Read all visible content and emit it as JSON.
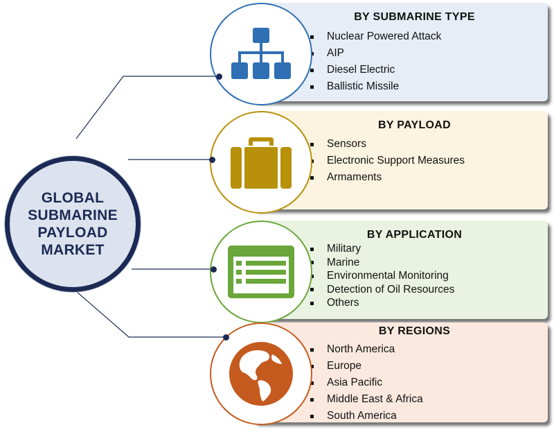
{
  "hub": {
    "title": "GLOBAL\nSUBMARINE\nPAYLOAD\nMARKET"
  },
  "colors": {
    "hub_border": "#1b2a55",
    "connector": "#1b2a55"
  },
  "segments": [
    {
      "heading": "BY SUBMARINE TYPE",
      "icon": "hierarchy-icon",
      "accent": "#2f6fb3",
      "panel_bg": "#e6edf6",
      "items": [
        "Nuclear Powered Attack",
        "AIP",
        "Diesel Electric",
        "Ballistic Missile"
      ]
    },
    {
      "heading": "BY PAYLOAD",
      "icon": "briefcase-icon",
      "accent": "#b8900a",
      "panel_bg": "#fcf4e0",
      "items": [
        "Sensors",
        "Electronic Support Measures",
        "Armaments"
      ]
    },
    {
      "heading": "BY APPLICATION",
      "icon": "form-list-icon",
      "accent": "#6aa63a",
      "panel_bg": "#eaf3e2",
      "items": [
        "Military",
        "Marine",
        "Environmental Monitoring",
        "Detection of Oil Resources",
        "Others"
      ]
    },
    {
      "heading": "BY REGIONS",
      "icon": "globe-icon",
      "accent": "#c55a1e",
      "panel_bg": "#fbe9e0",
      "items": [
        "North America",
        "Europe",
        "Asia Pacific",
        "Middle East & Africa",
        "South America"
      ]
    }
  ]
}
